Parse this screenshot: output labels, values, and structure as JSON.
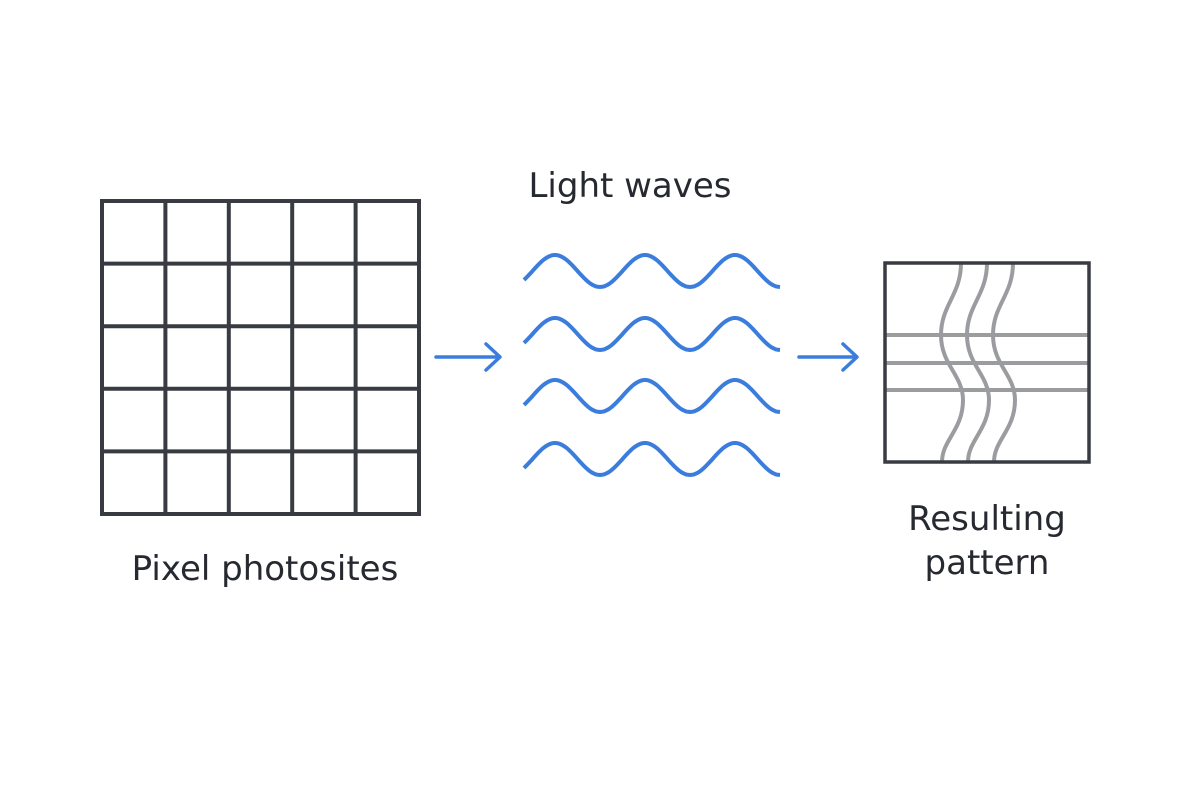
{
  "title": "Light waves",
  "labels": {
    "left": "Pixel photosites",
    "middle": "Light waves",
    "right_line1": "Resulting",
    "right_line2": "pattern"
  },
  "grid": {
    "rows": 5,
    "cols": 5
  },
  "waves": {
    "count": 4,
    "cycles": 3
  },
  "pattern": {
    "horizontal_lines": 3,
    "wavy_lines": 3
  },
  "icons": {
    "arrow_left": "arrow-right-icon",
    "arrow_right": "arrow-right-icon"
  },
  "colors": {
    "grid_stroke": "#383c42",
    "wave_stroke": "#3b7ddd",
    "arrow_stroke": "#3b7ddd",
    "pattern_lines": "#9a9c9f",
    "box_stroke": "#383c42",
    "text": "#262a30"
  }
}
